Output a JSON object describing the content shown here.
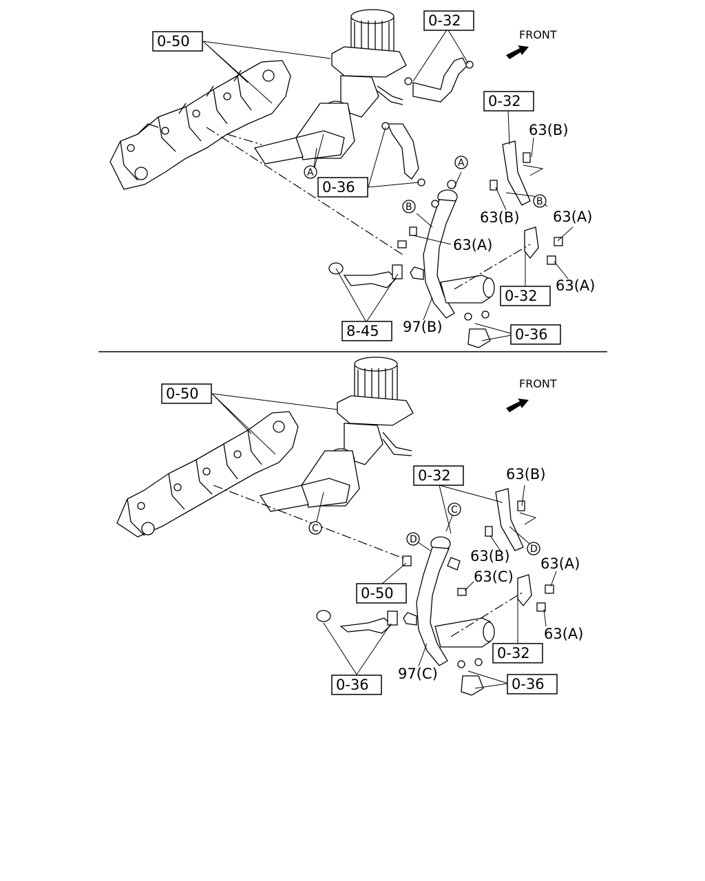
{
  "top": {
    "front": "FRONT",
    "refs": {
      "r050": "0-50",
      "r032a": "0-32",
      "r032b": "0-32",
      "r036a": "0-36",
      "r032c": "0-32",
      "r845": "8-45",
      "r036b": "0-36"
    },
    "labels": {
      "b63a": "63(B)",
      "b63b": "63(B)",
      "a63a": "63(A)",
      "a63b": "63(A)",
      "a63c": "63(A)",
      "p97": "97(B)"
    },
    "circles": {
      "ca1": "A",
      "ca2": "A",
      "cb1": "B",
      "cb2": "B"
    }
  },
  "bottom": {
    "front": "FRONT",
    "refs": {
      "r050a": "0-50",
      "r032a": "0-32",
      "r050b": "0-50",
      "r036a": "0-36",
      "r032b": "0-32",
      "r036b": "0-36"
    },
    "labels": {
      "b63a": "63(B)",
      "b63b": "63(B)",
      "c63": "63(C)",
      "a63a": "63(A)",
      "a63b": "63(A)",
      "p97": "97(C)"
    },
    "circles": {
      "cc1": "C",
      "cc2": "C",
      "cd1": "D",
      "cd2": "D"
    }
  }
}
